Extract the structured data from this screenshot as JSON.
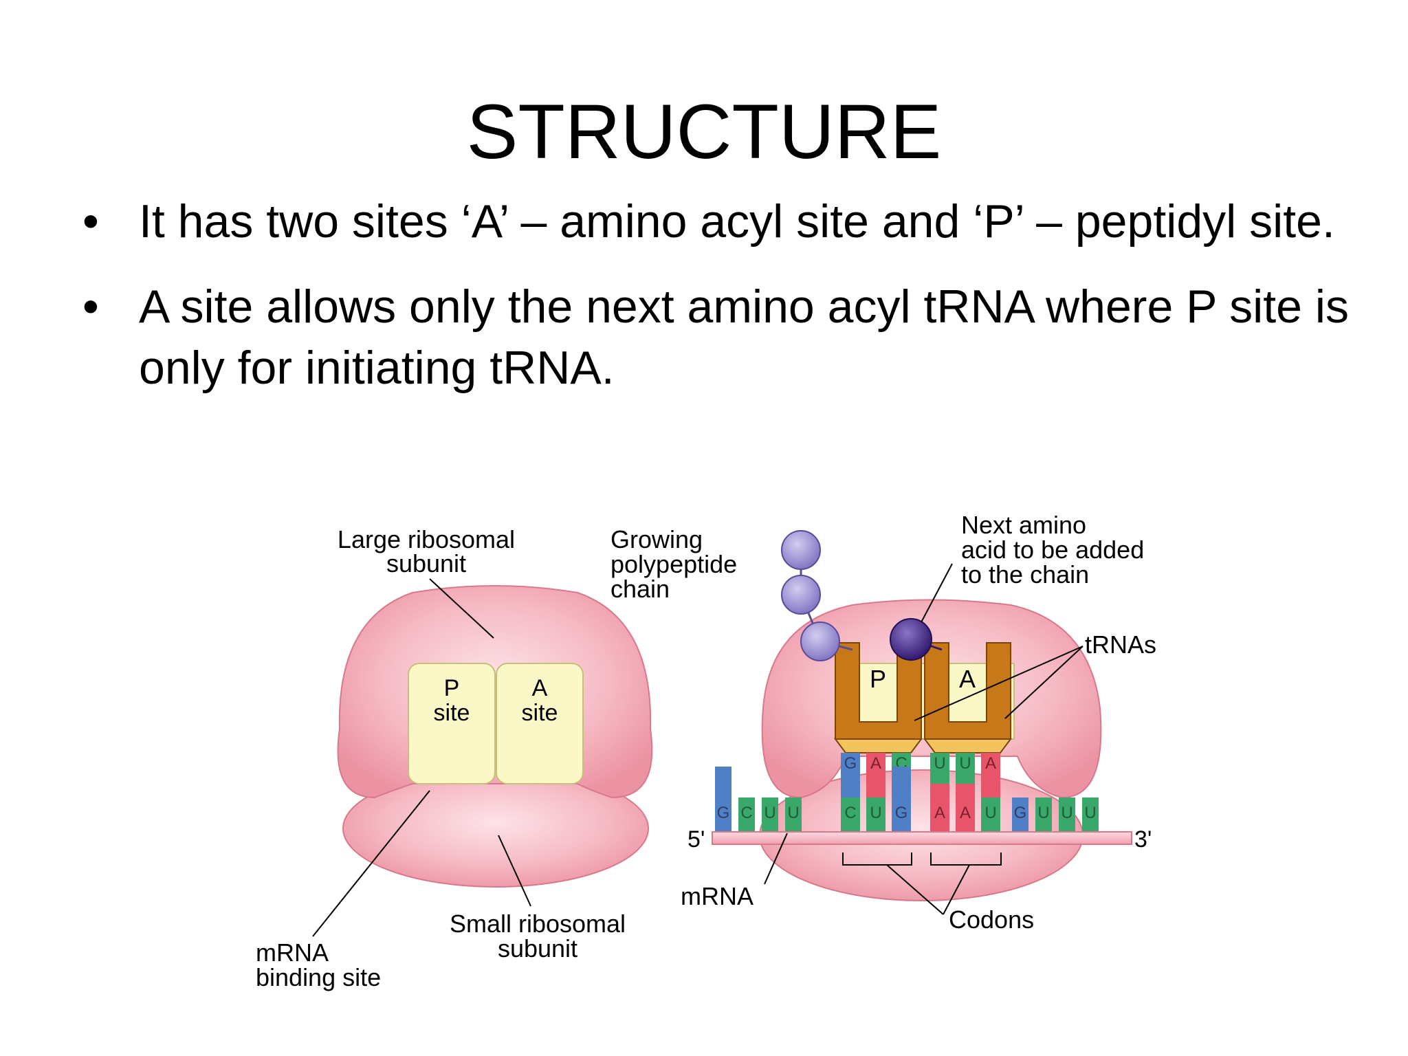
{
  "slide": {
    "title": "STRUCTURE",
    "bullet_symbol": "•",
    "bullets": [
      "It has two sites ‘A’ – amino acyl site and ‘P’ – peptidyl site.",
      "A site allows only the next amino acyl tRNA  where P site is only for initiating tRNA."
    ]
  },
  "diagram": {
    "left": {
      "large_subunit_label": [
        "Large ribosomal",
        "subunit"
      ],
      "p_site": [
        "P",
        "site"
      ],
      "a_site": [
        "A",
        "site"
      ],
      "small_subunit_label": [
        "Small ribosomal",
        "subunit"
      ],
      "mrna_binding_label": [
        "mRNA",
        "binding site"
      ]
    },
    "right": {
      "growing_label": [
        "Growing",
        "polypeptide",
        "chain"
      ],
      "next_amino_label": [
        "Next amino",
        "acid to be added",
        "to the chain"
      ],
      "trnas_label": "tRNAs",
      "p": "P",
      "a": "A",
      "anticodon_bases": [
        "G",
        "A",
        "C",
        "U",
        "U",
        "A"
      ],
      "mrna_bases": [
        "G",
        "C",
        "U",
        "U",
        "C",
        "U",
        "G",
        "A",
        "A",
        "U",
        "G",
        "U",
        "U",
        "U"
      ],
      "five_prime": "5'",
      "three_prime": "3'",
      "mrna_label": "mRNA",
      "codons_label": "Codons"
    }
  },
  "colors": {
    "ribosome_pink": "#f2aab5",
    "site_yellow": "#fbf8c8",
    "trna_orange": "#c7791a",
    "amino_purple": "#9b90d2",
    "next_amino_purple": "#4a2f8c",
    "base_G": "#4f7fc4",
    "base_C": "#3aa86a",
    "base_U": "#3aa86a",
    "base_A": "#e8546a",
    "strand_pink": "#f4b0bd"
  }
}
